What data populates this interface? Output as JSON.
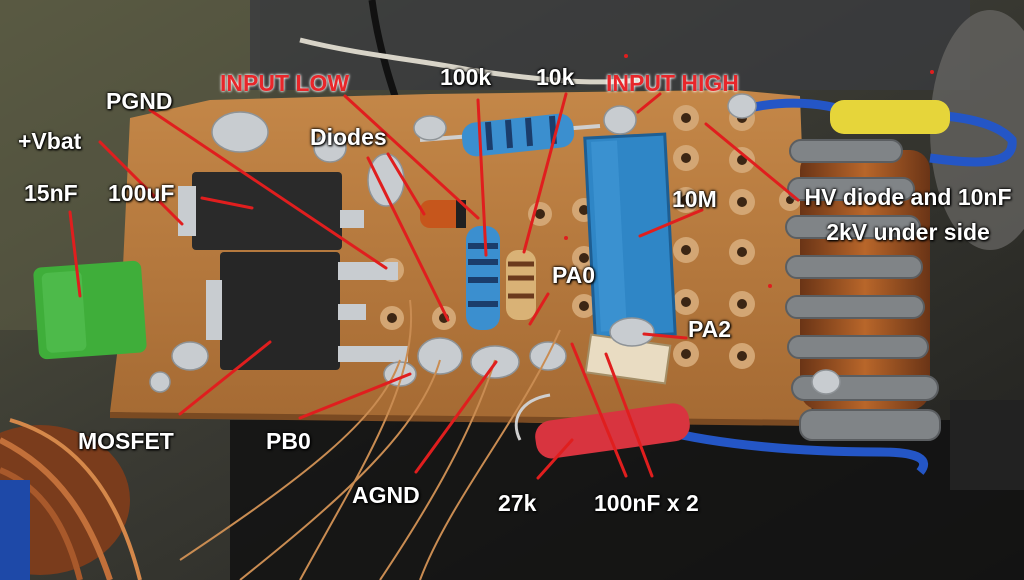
{
  "photo": {
    "subject": "hand-soldered perfboard high-voltage circuit",
    "colors": {
      "board": "#b6793e",
      "pad": "#cfa06a",
      "solder": "#c8ccd0",
      "transistor": "#2a2a2a",
      "trimmer_blue": "#2f86c6",
      "capacitor_green": "#3fae3a",
      "coil_copper": "#9a4f1e",
      "coil_gray": "#7c7f82",
      "wire_blue": "#2455c8",
      "wire_red": "#d8343f",
      "tube_yellow": "#e6d53a",
      "annotation_line": "#e01e1e"
    }
  },
  "labels": {
    "input_low": "INPUT LOW",
    "r100k": "100k",
    "r10k": "10k",
    "input_high": "INPUT HIGH",
    "pgnd": "PGND",
    "vbat": "+Vbat",
    "diodes": "Diodes",
    "c15nf": "15nF",
    "c100uf": "100uF",
    "r10m": "10M",
    "hv_diode": "HV diode and 10nF 2kV under side",
    "pa0": "PA0",
    "pa2": "PA2",
    "mosfet": "MOSFET",
    "pb0": "PB0",
    "agnd": "AGND",
    "r27k": "27k",
    "c100nf": "100nF x 2"
  }
}
